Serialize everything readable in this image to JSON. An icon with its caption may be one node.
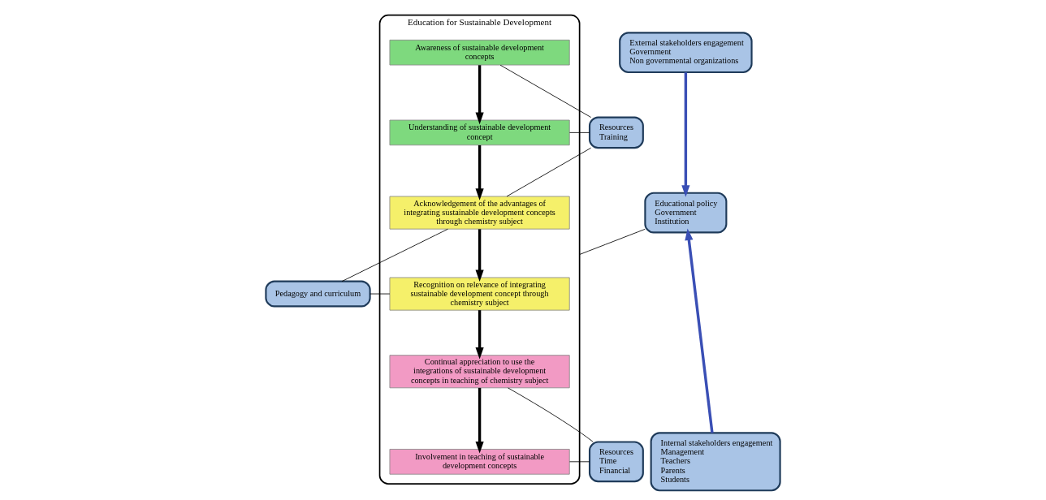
{
  "diagram": {
    "nodes": [
      {
        "text": [
          "Education for Sustainable Development"
        ]
      },
      {
        "text": [
          "Awareness of sustainable development concepts"
        ],
        "in": 0
      },
      {
        "text": [
          "Understanding of sustainable development concept"
        ],
        "in": 0
      },
      {
        "text": [
          "Acknowledgement of the advantages of integrating sustainable development concepts through chemistry subject"
        ],
        "in": 0
      },
      {
        "text": [
          "Recognition on relevance of integrating sustainable development concept through chemistry subject"
        ],
        "in": 0
      },
      {
        "text": [
          "Continual appreciation to use the integrations of sustainable development concepts in teaching of chemistry subject"
        ],
        "in": 0
      },
      {
        "text": [
          "Involvement in teaching of sustainable development concepts"
        ],
        "in": 0
      },
      {
        "text": [
          "Resources",
          "Training"
        ]
      },
      {
        "text": [
          "Pedagogy and curriculum"
        ]
      },
      {
        "text": [
          "Resources",
          "Time",
          "Financial"
        ]
      },
      {
        "text": [
          "Educational policy",
          "Government",
          "Institution"
        ]
      },
      {
        "text": [
          "External stakeholders engagement",
          "Government",
          "Non governmental organizations"
        ]
      },
      {
        "text": [
          "Internal stakeholders engagement",
          "Management",
          "Teachers",
          "Parents",
          "Students"
        ]
      }
    ],
    "edges": [
      {
        "from": 1,
        "to": 2,
        "arrow": "to",
        "style": "thick",
        "color": "#000000"
      },
      {
        "from": 2,
        "to": 3,
        "arrow": "to",
        "style": "thick",
        "color": "#000000"
      },
      {
        "from": 3,
        "to": 4,
        "arrow": "to",
        "style": "thick",
        "color": "#000000"
      },
      {
        "from": 4,
        "to": 5,
        "arrow": "to",
        "style": "thick",
        "color": "#000000"
      },
      {
        "from": 5,
        "to": 6,
        "arrow": "to",
        "style": "thick",
        "color": "#000000"
      },
      {
        "from": 7,
        "to": 1,
        "arrow": "none"
      },
      {
        "from": 7,
        "to": 2,
        "arrow": "none"
      },
      {
        "from": 7,
        "to": 3,
        "arrow": "none"
      },
      {
        "from": 8,
        "to": 3,
        "arrow": "none"
      },
      {
        "from": 8,
        "to": 4,
        "arrow": "none"
      },
      {
        "from": 9,
        "to": 5,
        "arrow": "none"
      },
      {
        "from": 9,
        "to": 6,
        "arrow": "none"
      },
      {
        "from": 10,
        "to": 0,
        "arrow": "none"
      },
      {
        "from": 11,
        "to": 10,
        "arrow": "to",
        "style": "thick",
        "color": "#3a4fb5"
      },
      {
        "from": 12,
        "to": 10,
        "arrow": "to",
        "style": "thick",
        "color": "#3a4fb5"
      }
    ]
  }
}
